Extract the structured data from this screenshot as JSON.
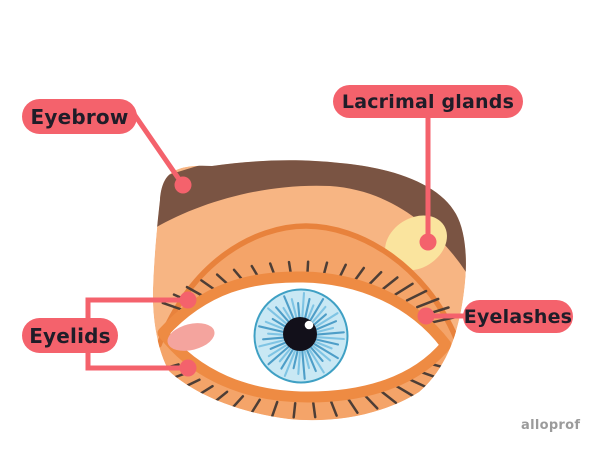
{
  "labels": {
    "eyebrow": "Eyebrow",
    "lacrimal_glands": "Lacrimal glands",
    "eyelids": "Eyelids",
    "eyelashes": "Eyelashes"
  },
  "watermark": "alloprof",
  "colors": {
    "label_bg": "#F4626C",
    "label_text": "#1F1D28",
    "skin": "#F7B583",
    "eyelid": "#F4A469",
    "crease": "#E8823C",
    "rim": "#EE8B43",
    "brow": "#7A5443",
    "gland": "#FAE49E",
    "caruncle": "#F4A49E",
    "sclera": "#FFFFFF",
    "iris_base": "#C9E8F4",
    "iris_line_light": "#7FC4E4",
    "iris_line_dark": "#4E9EC8",
    "iris_outline": "#3FA0C4",
    "pupil": "#12101A",
    "lashes": "#4D3E36",
    "watermark_color": "#9B9B9B"
  }
}
